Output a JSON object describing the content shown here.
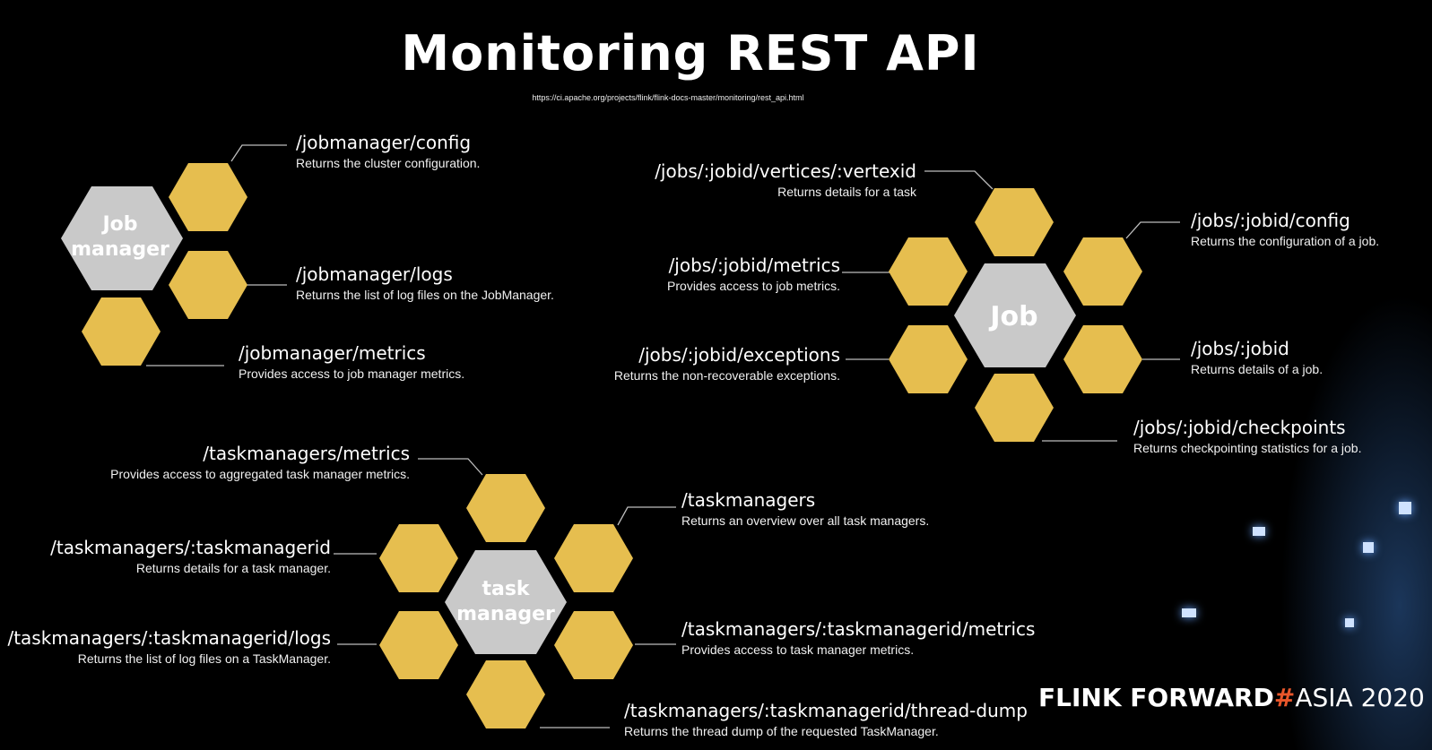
{
  "title": "Monitoring REST API",
  "url": "https://ci.apache.org/projects/flink/flink-docs-master/monitoring/rest_api.html",
  "colors": {
    "hex_gold": "#E6BE4F",
    "hex_gray": "#C9C9C9",
    "connector": "#BDBDBD",
    "background": "#000000"
  },
  "groups": {
    "jobmanager": {
      "label_line1": "Job",
      "label_line2": "manager",
      "endpoints": [
        {
          "path": "/jobmanager/config",
          "desc": "Returns the cluster configuration."
        },
        {
          "path": "/jobmanager/logs",
          "desc": "Returns the list of log files on the JobManager."
        },
        {
          "path": "/jobmanager/metrics",
          "desc": "Provides access to job manager metrics."
        }
      ]
    },
    "job": {
      "label": "Job",
      "endpoints": [
        {
          "path": "/jobs/:jobid/vertices/:vertexid",
          "desc": "Returns details for a task"
        },
        {
          "path": "/jobs/:jobid/config",
          "desc": "Returns the configuration of a job."
        },
        {
          "path": "/jobs/:jobid/metrics",
          "desc": "Provides access to job metrics."
        },
        {
          "path": "/jobs/:jobid/exceptions",
          "desc": "Returns the non-recoverable exceptions."
        },
        {
          "path": "/jobs/:jobid",
          "desc": "Returns details of a job."
        },
        {
          "path": "/jobs/:jobid/checkpoints",
          "desc": "Returns checkpointing statistics for a job."
        }
      ]
    },
    "taskmanager": {
      "label_line1": "task",
      "label_line2": "manager",
      "endpoints": [
        {
          "path": "/taskmanagers/metrics",
          "desc": "Provides access to aggregated task manager metrics."
        },
        {
          "path": "/taskmanagers",
          "desc": "Returns an overview over all task managers."
        },
        {
          "path": "/taskmanagers/:taskmanagerid",
          "desc": "Returns details for a task manager."
        },
        {
          "path": "/taskmanagers/:taskmanagerid/logs",
          "desc": "Returns the list of log files on a TaskManager."
        },
        {
          "path": "/taskmanagers/:taskmanagerid/metrics",
          "desc": "Provides access to task manager metrics."
        },
        {
          "path": "/taskmanagers/:taskmanagerid/thread-dump",
          "desc": "Returns the thread dump of the requested TaskManager."
        }
      ]
    }
  },
  "logo": {
    "part1": "FLINK FORWARD",
    "hash": "#",
    "part2": "ASIA 2020"
  }
}
